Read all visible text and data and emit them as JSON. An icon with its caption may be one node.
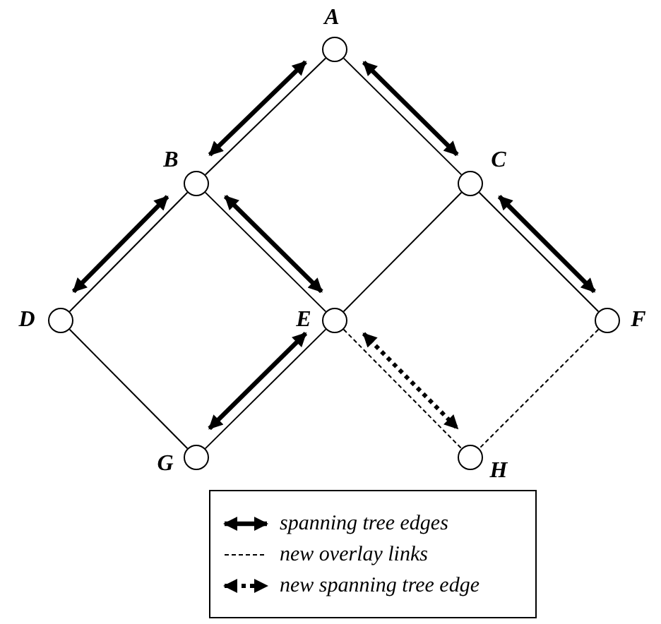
{
  "diagram": {
    "nodes": [
      {
        "text": [
          "A"
        ]
      },
      {
        "text": [
          "B"
        ]
      },
      {
        "text": [
          "C"
        ]
      },
      {
        "text": [
          "D"
        ]
      },
      {
        "text": [
          "E"
        ]
      },
      {
        "text": [
          "F"
        ]
      },
      {
        "text": [
          "G"
        ]
      },
      {
        "text": [
          "H"
        ]
      }
    ],
    "edges": [
      {
        "from": 0,
        "to": 1,
        "arrow": "none"
      },
      {
        "from": 0,
        "to": 2,
        "arrow": "none"
      },
      {
        "from": 1,
        "to": 3,
        "arrow": "none"
      },
      {
        "from": 1,
        "to": 4,
        "arrow": "none"
      },
      {
        "from": 2,
        "to": 4,
        "arrow": "none"
      },
      {
        "from": 2,
        "to": 5,
        "arrow": "none"
      },
      {
        "from": 3,
        "to": 6,
        "arrow": "none"
      },
      {
        "from": 4,
        "to": 6,
        "arrow": "none"
      },
      {
        "from": 4,
        "to": 7,
        "arrow": "none",
        "style": "dashed"
      },
      {
        "from": 5,
        "to": 7,
        "arrow": "none",
        "style": "dashed"
      },
      {
        "from": 0,
        "to": 1,
        "arrow": "both",
        "style": "thick"
      },
      {
        "from": 0,
        "to": 2,
        "arrow": "both",
        "style": "thick"
      },
      {
        "from": 1,
        "to": 3,
        "arrow": "both",
        "style": "thick"
      },
      {
        "from": 1,
        "to": 4,
        "arrow": "both",
        "style": "thick"
      },
      {
        "from": 2,
        "to": 5,
        "arrow": "both",
        "style": "thick"
      },
      {
        "from": 4,
        "to": 6,
        "arrow": "both",
        "style": "thick"
      },
      {
        "from": 4,
        "to": 7,
        "arrow": "both",
        "style": "dashed"
      }
    ],
    "legend": [
      {
        "text": "spanning tree edges"
      },
      {
        "text": "new overlay links"
      },
      {
        "text": "new spanning tree edge"
      }
    ]
  }
}
